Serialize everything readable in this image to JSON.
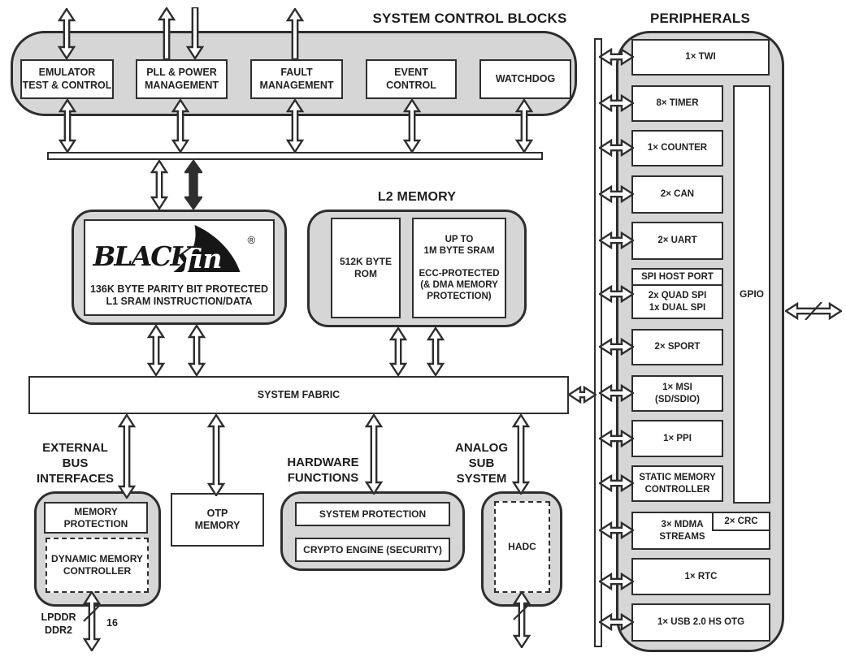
{
  "colors": {
    "container_fill": "#d6d6d6",
    "line": "#2e2e2e",
    "block_fill": "#ffffff",
    "solid_arrow_fill": "#2e2e2e"
  },
  "system_control": {
    "title": "SYSTEM CONTROL BLOCKS",
    "emulator": "EMULATOR\nTEST & CONTROL",
    "pll": "PLL & POWER\nMANAGEMENT",
    "fault": "FAULT\nMANAGEMENT",
    "event": "EVENT\nCONTROL",
    "watchdog": "WATCHDOG"
  },
  "core": {
    "brand_black": "BLACK",
    "brand_fin": "fin",
    "reg": "®",
    "memory": "136K BYTE PARITY BIT PROTECTED\nL1 SRAM INSTRUCTION/DATA"
  },
  "l2_memory": {
    "title": "L2 MEMORY",
    "rom": "512K BYTE\nROM",
    "sram": "UP TO\n1M BYTE SRAM\n\nECC-PROTECTED\n(& DMA MEMORY\nPROTECTION)"
  },
  "fabric": {
    "label": "SYSTEM FABRIC"
  },
  "peripherals": {
    "title": "PERIPHERALS",
    "twi": "1× TWI",
    "timer": "8× TIMER",
    "counter": "1× COUNTER",
    "can": "2× CAN",
    "uart": "2× UART",
    "spi_host": "SPI HOST PORT",
    "spi": "2x QUAD SPI\n1x DUAL SPI",
    "sport": "2× SPORT",
    "msi": "1× MSI\n(SD/SDIO)",
    "ppi": "1× PPI",
    "smc": "STATIC MEMORY\nCONTROLLER",
    "mdma": "3× MDMA\nSTREAMS",
    "crc": "2× CRC",
    "rtc": "1× RTC",
    "usb": "1× USB 2.0 HS OTG",
    "gpio": "GPIO"
  },
  "external_bus": {
    "title": "EXTERNAL\nBUS\nINTERFACES",
    "memory_protection": "MEMORY\nPROTECTION",
    "dmc": "DYNAMIC MEMORY\nCONTROLLER",
    "ddr_types": "LPDDR\nDDR2",
    "bus_width": "16"
  },
  "otp": {
    "label": "OTP\nMEMORY"
  },
  "hardware_functions": {
    "title": "HARDWARE\nFUNCTIONS",
    "system_protection": "SYSTEM PROTECTION",
    "crypto": "CRYPTO ENGINE (SECURITY)"
  },
  "analog": {
    "title": "ANALOG\nSUB\nSYSTEM",
    "hadc": "HADC"
  }
}
